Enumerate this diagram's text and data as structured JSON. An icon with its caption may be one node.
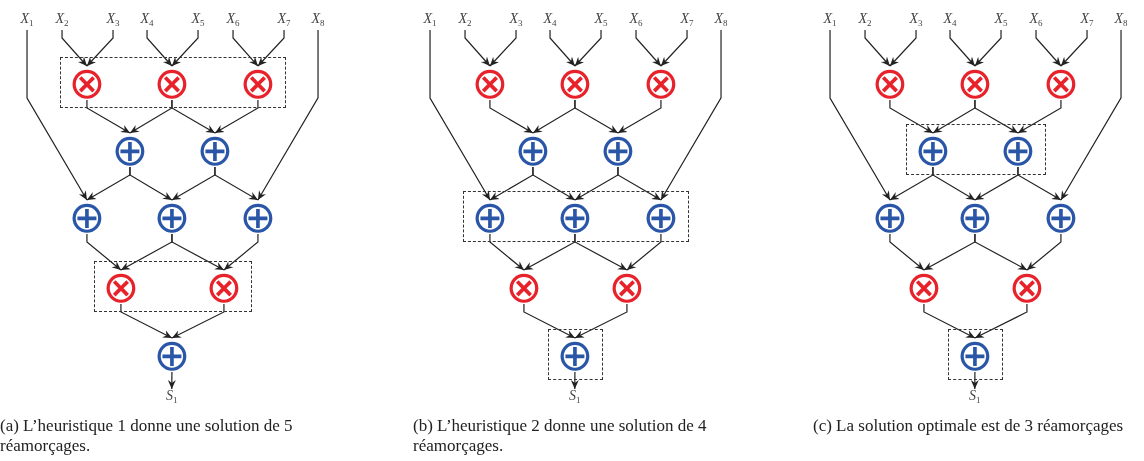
{
  "diagram": {
    "nodes": [
      {
        "text": [
          "*X*$_{1}$"
        ]
      },
      {
        "text": [
          "*X*$_{2}$"
        ]
      },
      {
        "text": [
          "*X*$_{3}$"
        ]
      },
      {
        "text": [
          "*X*$_{4}$"
        ]
      },
      {
        "text": [
          "*X*$_{5}$"
        ]
      },
      {
        "text": [
          "*X*$_{6}$"
        ]
      },
      {
        "text": [
          "*X*$_{7}$"
        ]
      },
      {
        "text": [
          "*X*$_{8}$"
        ]
      },
      {
        "text": [],
        "shape": "box"
      },
      {
        "text": [
          "⊗"
        ],
        "in": 8
      },
      {
        "text": [
          "⊗"
        ],
        "in": 8
      },
      {
        "text": [
          "⊗"
        ],
        "in": 8
      },
      {
        "text": [
          "⊕"
        ]
      },
      {
        "text": [
          "⊕"
        ]
      },
      {
        "text": [
          "⊕"
        ]
      },
      {
        "text": [
          "⊕"
        ]
      },
      {
        "text": [
          "⊕"
        ]
      },
      {
        "text": [],
        "shape": "box"
      },
      {
        "text": [
          "⊗"
        ],
        "in": 17
      },
      {
        "text": [
          "⊗"
        ],
        "in": 17
      },
      {
        "text": [
          "⊕"
        ]
      },
      {
        "text": [
          "*S*$_{1}$"
        ]
      },
      {
        "text": [
          "*X*$_{1}$"
        ]
      },
      {
        "text": [
          "*X*$_{2}$"
        ]
      },
      {
        "text": [
          "*X*$_{3}$"
        ]
      },
      {
        "text": [
          "*X*$_{4}$"
        ]
      },
      {
        "text": [
          "*X*$_{5}$"
        ]
      },
      {
        "text": [
          "*X*$_{6}$"
        ]
      },
      {
        "text": [
          "*X*$_{7}$"
        ]
      },
      {
        "text": [
          "*X*$_{8}$"
        ]
      },
      {
        "text": [
          "⊗"
        ]
      },
      {
        "text": [
          "⊗"
        ]
      },
      {
        "text": [
          "⊗"
        ]
      },
      {
        "text": [
          "⊕"
        ]
      },
      {
        "text": [
          "⊕"
        ]
      },
      {
        "text": [],
        "shape": "box"
      },
      {
        "text": [
          "⊕"
        ],
        "in": 35
      },
      {
        "text": [
          "⊕"
        ],
        "in": 35
      },
      {
        "text": [
          "⊕"
        ],
        "in": 35
      },
      {
        "text": [
          "⊗"
        ]
      },
      {
        "text": [
          "⊗"
        ]
      },
      {
        "text": [],
        "shape": "box"
      },
      {
        "text": [
          "⊕"
        ],
        "in": 41
      },
      {
        "text": [
          "*S*$_{1}$"
        ]
      },
      {
        "text": [
          "*X*$_{1}$"
        ]
      },
      {
        "text": [
          "*X*$_{2}$"
        ]
      },
      {
        "text": [
          "*X*$_{3}$"
        ]
      },
      {
        "text": [
          "*X*$_{4}$"
        ]
      },
      {
        "text": [
          "*X*$_{5}$"
        ]
      },
      {
        "text": [
          "*X*$_{6}$"
        ]
      },
      {
        "text": [
          "*X*$_{7}$"
        ]
      },
      {
        "text": [
          "*X*$_{8}$"
        ]
      },
      {
        "text": [
          "⊗"
        ]
      },
      {
        "text": [
          "⊗"
        ]
      },
      {
        "text": [
          "⊗"
        ]
      },
      {
        "text": [],
        "shape": "box"
      },
      {
        "text": [
          "⊕"
        ],
        "in": 55
      },
      {
        "text": [
          "⊕"
        ],
        "in": 55
      },
      {
        "text": [
          "⊕"
        ]
      },
      {
        "text": [
          "⊕"
        ]
      },
      {
        "text": [
          "⊕"
        ]
      },
      {
        "text": [
          "⊗"
        ]
      },
      {
        "text": [
          "⊗"
        ]
      },
      {
        "text": [],
        "shape": "box"
      },
      {
        "text": [
          "⊕"
        ],
        "in": 63
      },
      {
        "text": [
          "*S*$_{1}$"
        ]
      }
    ],
    "edges": [
      {
        "from": 0,
        "to": 14,
        "arrow": "to"
      },
      {
        "from": 1,
        "to": 9,
        "arrow": "to"
      },
      {
        "from": 2,
        "to": 9,
        "arrow": "to"
      },
      {
        "from": 3,
        "to": 10,
        "arrow": "to"
      },
      {
        "from": 4,
        "to": 10,
        "arrow": "to"
      },
      {
        "from": 5,
        "to": 11,
        "arrow": "to"
      },
      {
        "from": 6,
        "to": 11,
        "arrow": "to"
      },
      {
        "from": 7,
        "to": 16,
        "arrow": "to"
      },
      {
        "from": 9,
        "to": 12,
        "arrow": "to"
      },
      {
        "from": 10,
        "to": 12,
        "arrow": "to"
      },
      {
        "from": 10,
        "to": 13,
        "arrow": "to"
      },
      {
        "from": 11,
        "to": 13,
        "arrow": "to"
      },
      {
        "from": 12,
        "to": 14,
        "arrow": "to"
      },
      {
        "from": 12,
        "to": 15,
        "arrow": "to"
      },
      {
        "from": 13,
        "to": 15,
        "arrow": "to"
      },
      {
        "from": 13,
        "to": 16,
        "arrow": "to"
      },
      {
        "from": 14,
        "to": 18,
        "arrow": "to"
      },
      {
        "from": 15,
        "to": 18,
        "arrow": "to"
      },
      {
        "from": 15,
        "to": 19,
        "arrow": "to"
      },
      {
        "from": 16,
        "to": 19,
        "arrow": "to"
      },
      {
        "from": 18,
        "to": 20,
        "arrow": "to"
      },
      {
        "from": 19,
        "to": 20,
        "arrow": "to"
      },
      {
        "from": 20,
        "to": 21,
        "arrow": "to"
      },
      {
        "from": 22,
        "to": 36,
        "arrow": "to"
      },
      {
        "from": 23,
        "to": 30,
        "arrow": "to"
      },
      {
        "from": 24,
        "to": 30,
        "arrow": "to"
      },
      {
        "from": 25,
        "to": 31,
        "arrow": "to"
      },
      {
        "from": 26,
        "to": 31,
        "arrow": "to"
      },
      {
        "from": 27,
        "to": 32,
        "arrow": "to"
      },
      {
        "from": 28,
        "to": 32,
        "arrow": "to"
      },
      {
        "from": 29,
        "to": 38,
        "arrow": "to"
      },
      {
        "from": 30,
        "to": 33,
        "arrow": "to"
      },
      {
        "from": 31,
        "to": 33,
        "arrow": "to"
      },
      {
        "from": 31,
        "to": 34,
        "arrow": "to"
      },
      {
        "from": 32,
        "to": 34,
        "arrow": "to"
      },
      {
        "from": 33,
        "to": 36,
        "arrow": "to"
      },
      {
        "from": 33,
        "to": 37,
        "arrow": "to"
      },
      {
        "from": 34,
        "to": 37,
        "arrow": "to"
      },
      {
        "from": 34,
        "to": 38,
        "arrow": "to"
      },
      {
        "from": 36,
        "to": 39,
        "arrow": "to"
      },
      {
        "from": 37,
        "to": 39,
        "arrow": "to"
      },
      {
        "from": 37,
        "to": 40,
        "arrow": "to"
      },
      {
        "from": 38,
        "to": 40,
        "arrow": "to"
      },
      {
        "from": 39,
        "to": 42,
        "arrow": "to"
      },
      {
        "from": 40,
        "to": 42,
        "arrow": "to"
      },
      {
        "from": 42,
        "to": 43,
        "arrow": "to"
      },
      {
        "from": 44,
        "to": 58,
        "arrow": "to"
      },
      {
        "from": 45,
        "to": 52,
        "arrow": "to"
      },
      {
        "from": 46,
        "to": 52,
        "arrow": "to"
      },
      {
        "from": 47,
        "to": 53,
        "arrow": "to"
      },
      {
        "from": 48,
        "to": 53,
        "arrow": "to"
      },
      {
        "from": 49,
        "to": 54,
        "arrow": "to"
      },
      {
        "from": 50,
        "to": 54,
        "arrow": "to"
      },
      {
        "from": 51,
        "to": 60,
        "arrow": "to"
      },
      {
        "from": 52,
        "to": 56,
        "arrow": "to"
      },
      {
        "from": 53,
        "to": 56,
        "arrow": "to"
      },
      {
        "from": 53,
        "to": 57,
        "arrow": "to"
      },
      {
        "from": 54,
        "to": 57,
        "arrow": "to"
      },
      {
        "from": 56,
        "to": 58,
        "arrow": "to"
      },
      {
        "from": 56,
        "to": 59,
        "arrow": "to"
      },
      {
        "from": 57,
        "to": 59,
        "arrow": "to"
      },
      {
        "from": 57,
        "to": 60,
        "arrow": "to"
      },
      {
        "from": 58,
        "to": 61,
        "arrow": "to"
      },
      {
        "from": 59,
        "to": 61,
        "arrow": "to"
      },
      {
        "from": 59,
        "to": 62,
        "arrow": "to"
      },
      {
        "from": 60,
        "to": 62,
        "arrow": "to"
      },
      {
        "from": 61,
        "to": 64,
        "arrow": "to"
      },
      {
        "from": 62,
        "to": 64,
        "arrow": "to"
      },
      {
        "from": 64,
        "to": 65,
        "arrow": "to"
      }
    ],
    "labels": [
      "(a) L’heuristique 1 donne une solution de 5 réamorçages.",
      "(b) L’heuristique 2 donne une solution de 4 réamorçages.",
      "(c) La solution optimale est de 3 réamorçages"
    ]
  }
}
